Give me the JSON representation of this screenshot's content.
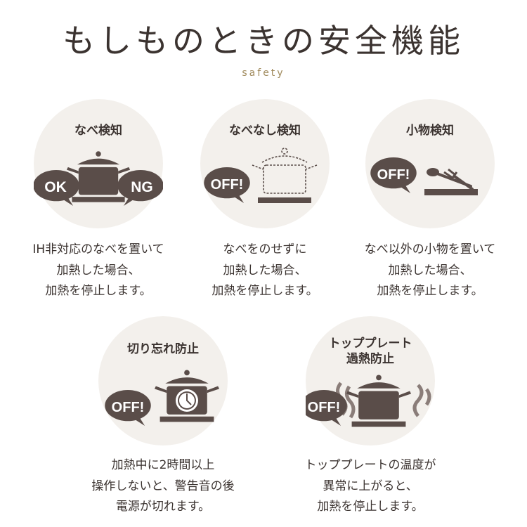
{
  "header": {
    "title": "もしものときの安全機能",
    "subtitle": "safety"
  },
  "colors": {
    "icon": "#5a4d49",
    "circle": "#f3f0ec",
    "accent": "#a08a5c"
  },
  "features": [
    {
      "title": "なべ検知",
      "badges": [
        "OK",
        "NG"
      ],
      "desc": [
        "IH非対応のなべを置いて",
        "加熱した場合、",
        "加熱を停止します。"
      ]
    },
    {
      "title": "なべなし検知",
      "badges": [
        "OFF!"
      ],
      "desc": [
        "なべをのせずに",
        "加熱した場合、",
        "加熱を停止します。"
      ]
    },
    {
      "title": "小物検知",
      "badges": [
        "OFF!"
      ],
      "desc": [
        "なべ以外の小物を置いて",
        "加熱した場合、",
        "加熱を停止します。"
      ]
    },
    {
      "title": "切り忘れ防止",
      "badges": [
        "OFF!"
      ],
      "desc": [
        "加熱中に2時間以上",
        "操作しないと、警告音の後",
        "電源が切れます。"
      ]
    },
    {
      "title_lines": [
        "トッププレート",
        "過熱防止"
      ],
      "badges": [
        "OFF!"
      ],
      "desc": [
        "トッププレートの温度が",
        "異常に上がると、",
        "加熱を停止します。"
      ]
    }
  ]
}
